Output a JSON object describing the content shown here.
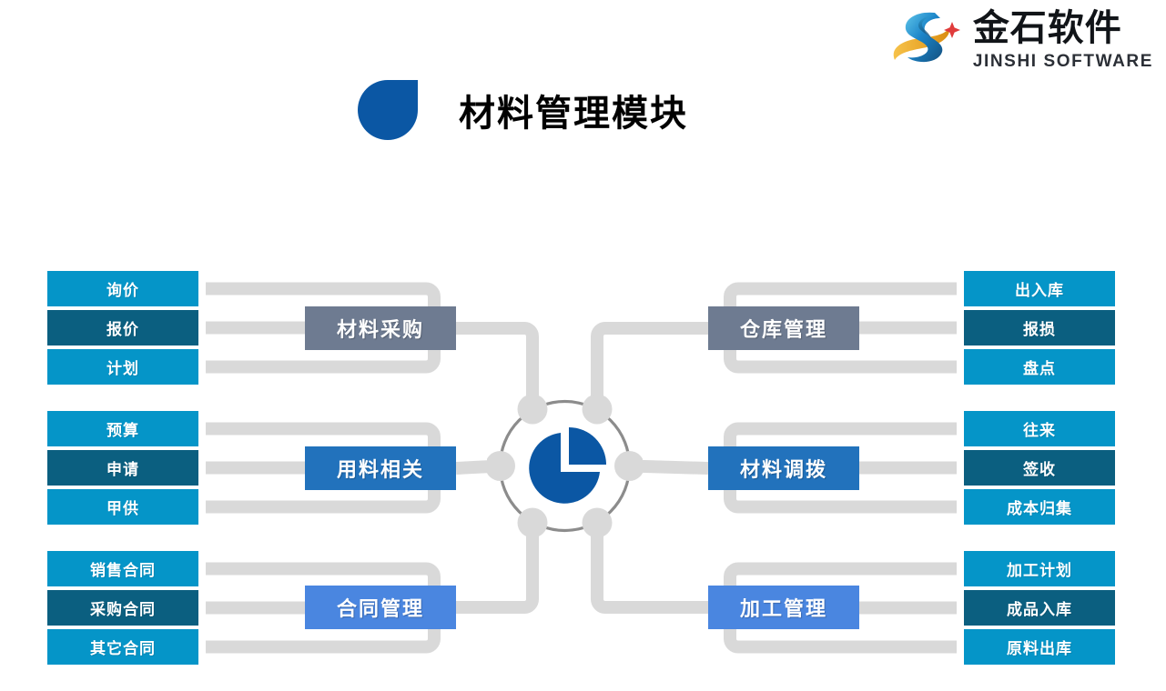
{
  "brand": {
    "name_cn": "金石软件",
    "name_en": "JINSHI SOFTWARE",
    "logo_icon": "jinshi-swoosh-logo",
    "colors": {
      "swoosh_blue": "#1b7fc4",
      "swoosh_gold": "#e8a427",
      "text": "#111418"
    }
  },
  "header": {
    "title": "材料管理模块",
    "bullet_icon": "blue-droplet-icon",
    "bullet_color": "#0b57a4"
  },
  "theme": {
    "chip_light": "#0595c8",
    "chip_dark": "#0b5f80",
    "module_gray": "#6e7b91",
    "module_blue": "#2272bc",
    "module_light_blue": "#4a86e0",
    "wire": "#d9d9d9",
    "hub_ring": "#8c8c8c",
    "hub_node": "#d9d9d9",
    "pie_blue": "#0b57a4",
    "background": "#ffffff"
  },
  "diagram": {
    "center": {
      "icon": "pie-chart-icon",
      "node_count": 6,
      "ring_label": "material-management-hub"
    },
    "branches": [
      {
        "id": "material-purchase",
        "label": "材料采购",
        "side": "left",
        "color": "#6e7b91",
        "leaves": [
          {
            "label": "询价",
            "color": "#0595c8"
          },
          {
            "label": "报价",
            "color": "#0b5f80"
          },
          {
            "label": "计划",
            "color": "#0595c8"
          }
        ]
      },
      {
        "id": "material-usage",
        "label": "用料相关",
        "side": "left",
        "color": "#2272bc",
        "leaves": [
          {
            "label": "预算",
            "color": "#0595c8"
          },
          {
            "label": "申请",
            "color": "#0b5f80"
          },
          {
            "label": "甲供",
            "color": "#0595c8"
          }
        ]
      },
      {
        "id": "contract-management",
        "label": "合同管理",
        "side": "left",
        "color": "#4a86e0",
        "leaves": [
          {
            "label": "销售合同",
            "color": "#0595c8"
          },
          {
            "label": "采购合同",
            "color": "#0b5f80"
          },
          {
            "label": "其它合同",
            "color": "#0595c8"
          }
        ]
      },
      {
        "id": "warehouse-management",
        "label": "仓库管理",
        "side": "right",
        "color": "#6e7b91",
        "leaves": [
          {
            "label": "出入库",
            "color": "#0595c8"
          },
          {
            "label": "报损",
            "color": "#0b5f80"
          },
          {
            "label": "盘点",
            "color": "#0595c8"
          }
        ]
      },
      {
        "id": "material-transfer",
        "label": "材料调拨",
        "side": "right",
        "color": "#2272bc",
        "leaves": [
          {
            "label": "往来",
            "color": "#0595c8"
          },
          {
            "label": "签收",
            "color": "#0b5f80"
          },
          {
            "label": "成本归集",
            "color": "#0595c8"
          }
        ]
      },
      {
        "id": "processing-management",
        "label": "加工管理",
        "side": "right",
        "color": "#4a86e0",
        "leaves": [
          {
            "label": "加工计划",
            "color": "#0595c8"
          },
          {
            "label": "成品入库",
            "color": "#0b5f80"
          },
          {
            "label": "原料出库",
            "color": "#0595c8"
          }
        ]
      }
    ]
  }
}
